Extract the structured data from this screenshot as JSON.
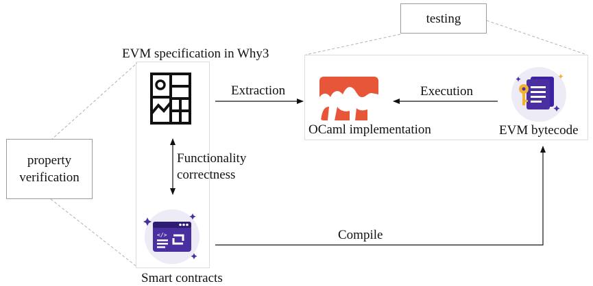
{
  "nodes": {
    "testing_box": {
      "label": "testing"
    },
    "property_box": {
      "line1": "property",
      "line2": "verification"
    },
    "evm_spec": {
      "label": "EVM specification in Why3",
      "icon": "document-map-icon"
    },
    "smart_contracts": {
      "label": "Smart contracts",
      "icon": "code-window-icon"
    },
    "ocaml": {
      "label": "OCaml implementation",
      "icon": "ocaml-camel-logo"
    },
    "evm_bytecode": {
      "label": "EVM bytecode",
      "icon": "bytecode-document-key-icon"
    }
  },
  "edges": {
    "extraction": {
      "label": "Extraction"
    },
    "execution": {
      "label": "Execution"
    },
    "functionality": {
      "line1": "Functionality",
      "line2": "correctness"
    },
    "compile": {
      "label": "Compile"
    }
  },
  "colors": {
    "ocaml_orange": "#e8563a",
    "purple": "#4a2fa0",
    "panel_border": "#dcdcdc"
  }
}
